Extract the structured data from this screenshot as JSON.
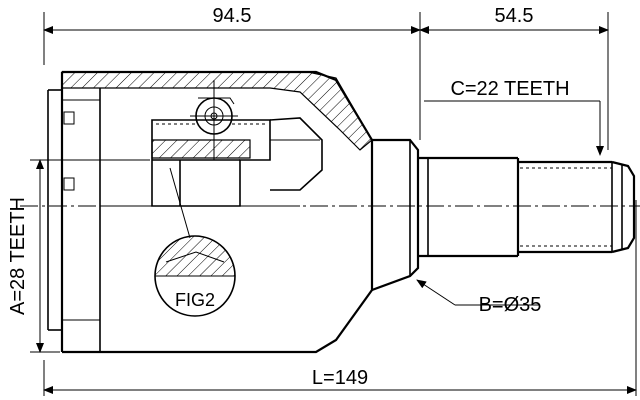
{
  "dimensions": {
    "inner_length": "94.5",
    "outer_length": "54.5",
    "total_length": "L=149",
    "spline_c": "C=22 TEETH",
    "spline_a": "A=28 TEETH",
    "diameter_b": "B=Ø35"
  },
  "detail": {
    "fig_label": "FIG2"
  }
}
